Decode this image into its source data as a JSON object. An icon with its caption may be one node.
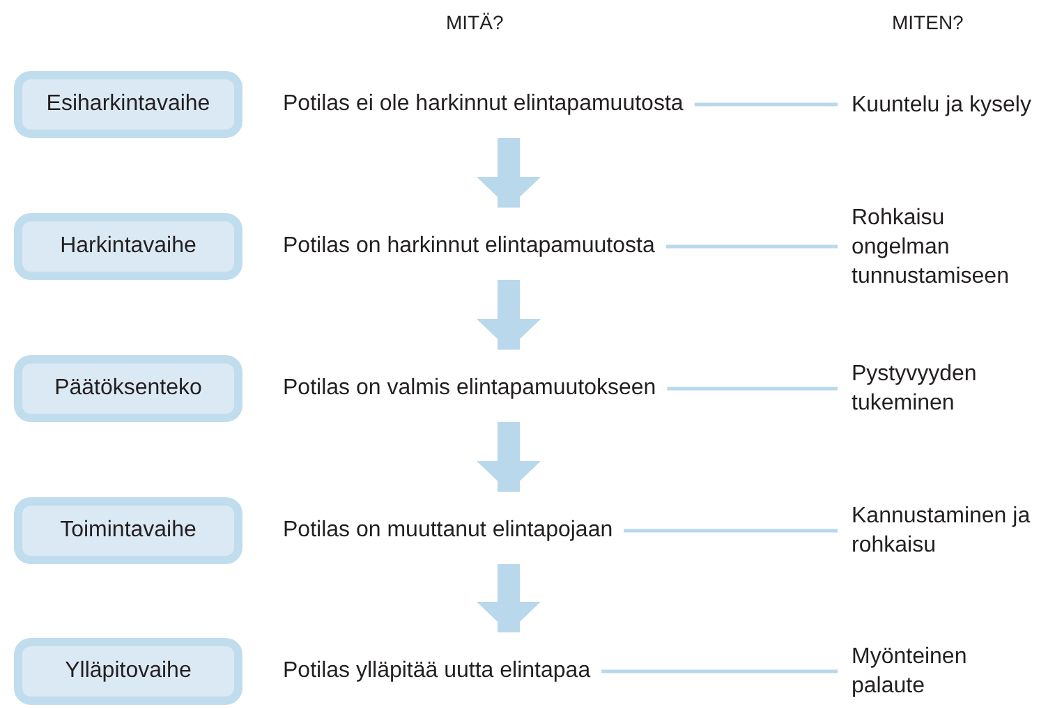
{
  "diagram": {
    "nodes": [
      {
        "text": [
          "Esiharkintavaihe"
        ]
      },
      {
        "text": [
          "Potilas ei ole harkinnut elintapamuutosta"
        ]
      },
      {
        "text": [
          "Kuuntelu ja kysely"
        ]
      },
      {
        "text": [
          "Harkintavaihe"
        ]
      },
      {
        "text": [
          "Potilas on harkinnut elintapamuutosta"
        ]
      },
      {
        "text": [
          "Rohkaisu ongelman tunnustamiseen"
        ]
      },
      {
        "text": [
          "Päätöksenteko"
        ]
      },
      {
        "text": [
          "Potilas on valmis elintapamuutokseen"
        ]
      },
      {
        "text": [
          "Pystyvyyden tukeminen"
        ]
      },
      {
        "text": [
          "Toimintavaihe"
        ]
      },
      {
        "text": [
          "Potilas on muuttanut elintapojaan"
        ]
      },
      {
        "text": [
          "Kannustaminen ja rohkaisu"
        ]
      },
      {
        "text": [
          "Ylläpitovaihe"
        ]
      },
      {
        "text": [
          "Potilas ylläpitää uutta elintapaa"
        ]
      },
      {
        "text": [
          "Myönteinen palaute"
        ]
      }
    ],
    "edges": [
      {
        "from": 1,
        "to": 4,
        "arrow": "to",
        "style": "thick"
      },
      {
        "from": 4,
        "to": 7,
        "arrow": "to",
        "style": "thick"
      },
      {
        "from": 7,
        "to": 10,
        "arrow": "to",
        "style": "thick"
      },
      {
        "from": 10,
        "to": 13,
        "arrow": "to",
        "style": "thick"
      },
      {
        "from": 1,
        "to": 2,
        "arrow": "none"
      },
      {
        "from": 4,
        "to": 5,
        "arrow": "none"
      },
      {
        "from": 7,
        "to": 8,
        "arrow": "none"
      },
      {
        "from": 10,
        "to": 11,
        "arrow": "none"
      },
      {
        "from": 13,
        "to": 14,
        "arrow": "none"
      }
    ],
    "labels": [
      "MITÄ?",
      "MITEN?"
    ]
  }
}
